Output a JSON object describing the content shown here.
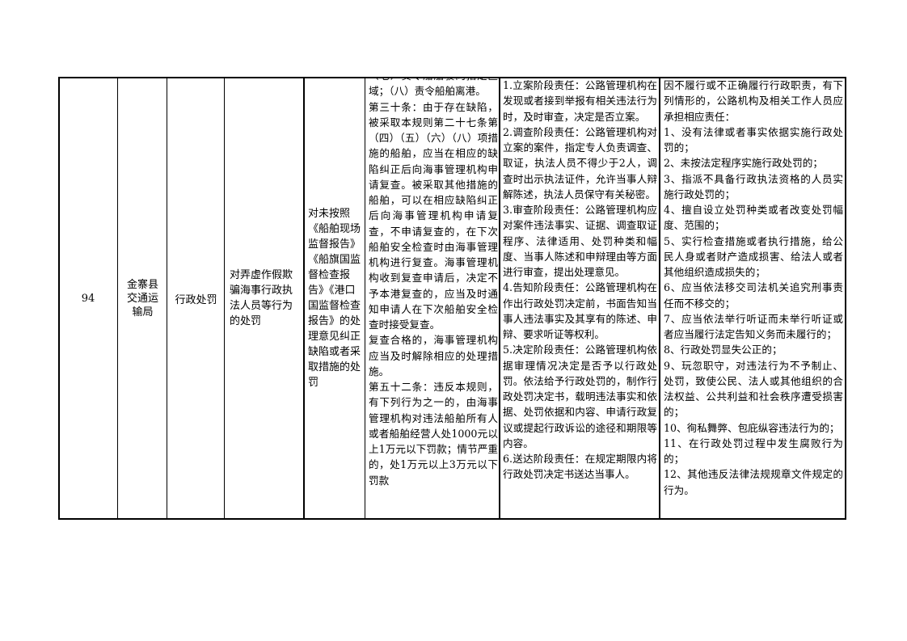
{
  "row": {
    "number": "94",
    "department": "金寨县交通运输局",
    "power_type": "行政处罚",
    "item_name": "对弄虚作假欺骗海事行政执法人员等行为的处罚",
    "sub_item": "对未按照《船舶现场监督报告》《船旗国监督检查报告》《港口国监督检查报告》的处理意见纠正缺陷或者采取措施的处罚",
    "legal_basis": [
      "（七）责令船舶驶向指定区域；（八）责令船舶离港。",
      "第三十条：由于存在缺陷，被采取本规则第二十七条第（四）（五）（六）（八）项措施的船舶，应当在相应的缺陷纠正后向海事管理机构申请复查。被采取其他措施的船舶，可以在相应缺陷纠正后向海事管理机构申请复查，不申请复查的，在下次船舶安全检查时由海事管理机构进行复查。海事管理机构收到复查申请后，决定不予本港复查的，应当及时通知申请人在下次船舶安全检查时接受复查。",
      "复查合格的，海事管理机构应当及时解除相应的处理措施。",
      "第五十二条：违反本规则，有下列行为之一的，由海事管理机构对违法船舶所有人或者船舶经营人处1000元以上1万元以下罚款；情节严重的，处1万元以上3万元以下罚款"
    ],
    "responsibility": [
      "1.立案阶段责任：公路管理机构在发现或者接到举报有相关违法行为时，及时审查，决定是否立案。",
      "2.调查阶段责任：公路管理机构对立案的案件，指定专人负责调查、取证，执法人员不得少于2人，调查时出示执法证件，允许当事人辩解陈述，执法人员保守有关秘密。",
      "3.审查阶段责任：公路管理机构应对案件违法事实、证据、调查取证程序、法律适用、处罚种类和幅度、当事人陈述和申辩理由等方面进行审查，提出处理意见。",
      "4.告知阶段责任：公路管理机构在作出行政处罚决定前，书面告知当事人违法事实及其享有的陈述、申辩、要求听证等权利。",
      "5.决定阶段责任：公路管理机构依据审理情况决定是否予以行政处罚。依法给予行政处罚的，制作行政处罚决定书，载明违法事实和依据、处罚依据和内容、申请行政复议或提起行政诉讼的途径和期限等内容。",
      "6.送达阶段责任：在规定期限内将行政处罚决定书送达当事人。"
    ],
    "accountability": [
      "因不履行或不正确履行行政职责，有下列情形的，公路机构及相关工作人员应承担相应责任：",
      "1、没有法律或者事实依据实施行政处罚的；",
      "2、未按法定程序实施行政处罚的；",
      "3、指派不具备行政执法资格的人员实施行政处罚的；",
      "4、擅自设立处罚种类或者改变处罚幅度、范围的；",
      "5、实行检查措施或者执行措施，给公民人身或者财产造成损害、给法人或者其他组织造成损失的；",
      "6、应当依法移交司法机关追究刑事责任而不移交的；",
      "7、应当依法举行听证而未举行听证或者应当履行法定告知义务而未履行的；",
      "8、行政处罚显失公正的；",
      "9、玩忽职守，对违法行为不予制止、处罚，致使公民、法人或其他组织的合法权益、公共利益和社会秩序遭受损害的；",
      "10、徇私舞弊、包庇纵容违法行为的；",
      "11、在行政处罚过程中发生腐败行为的；",
      "12、其他违反法律法规规章文件规定的行为。"
    ]
  }
}
